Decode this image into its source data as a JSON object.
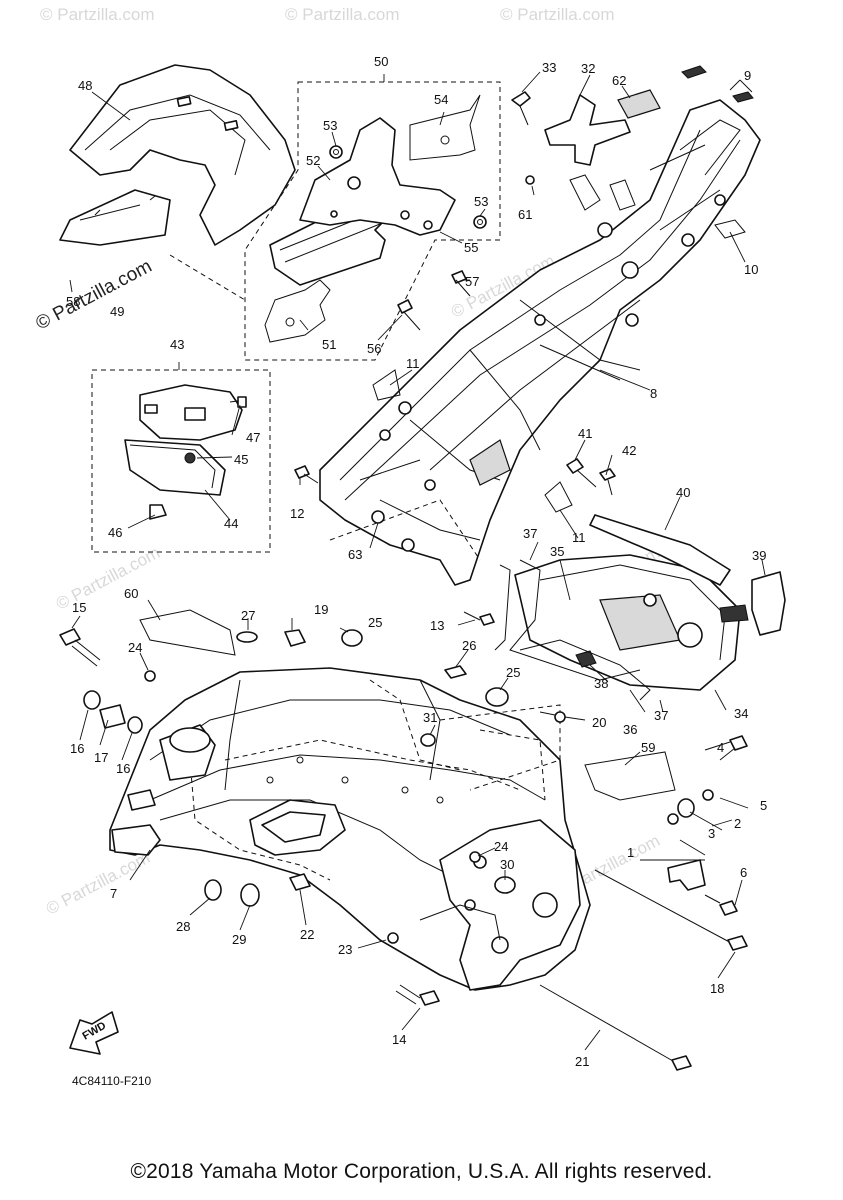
{
  "diagram": {
    "drawing_code": "4C84110-F210",
    "copyright": "©2018 Yamaha Motor Corporation, U.S.A. All rights reserved.",
    "watermarks": [
      "© Partzilla.com",
      "© Partzilla.com",
      "© Partzilla.com",
      "© Partzilla.com",
      "© Partzilla.com",
      "© Partzilla.com",
      "© Partzilla.com",
      "© Partzilla.com",
      "© Partzilla.com"
    ],
    "direction_label": "FWD",
    "callouts": [
      "1",
      "2",
      "3",
      "4",
      "5",
      "6",
      "7",
      "8",
      "9",
      "10",
      "11",
      "11",
      "12",
      "13",
      "14",
      "15",
      "16",
      "16",
      "17",
      "18",
      "19",
      "20",
      "21",
      "22",
      "23",
      "24",
      "24",
      "25",
      "25",
      "26",
      "27",
      "28",
      "29",
      "30",
      "31",
      "32",
      "33",
      "34",
      "35",
      "36",
      "37",
      "37",
      "38",
      "39",
      "40",
      "41",
      "42",
      "43",
      "44",
      "45",
      "46",
      "47",
      "48",
      "49",
      "50",
      "51",
      "52",
      "53",
      "53",
      "54",
      "55",
      "56",
      "57",
      "58",
      "59",
      "60",
      "61",
      "62",
      "63"
    ]
  }
}
